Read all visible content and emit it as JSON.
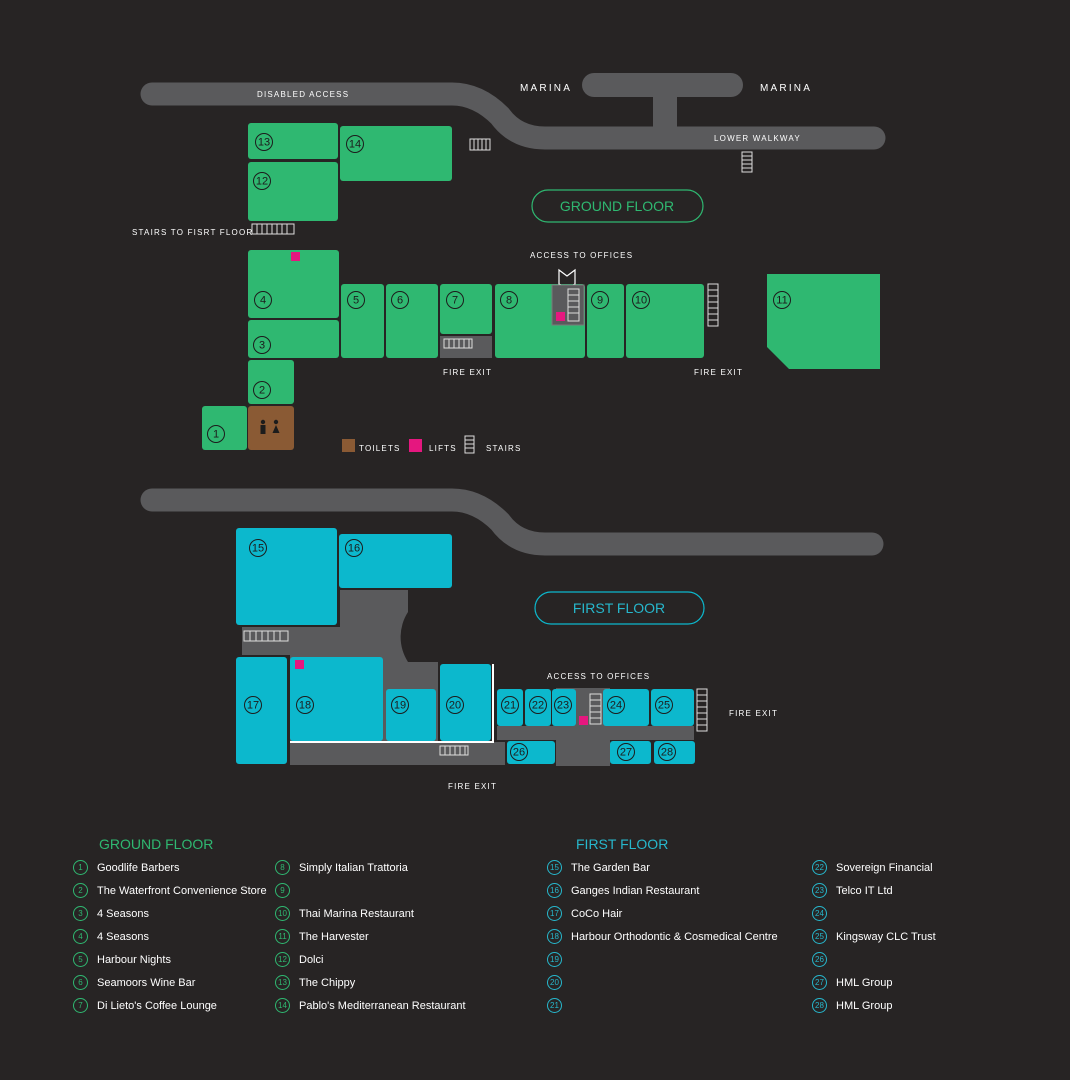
{
  "colors": {
    "background": "#272424",
    "ground_unit": "#2fb871",
    "first_unit": "#0cb8cd",
    "walkway": "#5a5a5c",
    "toilets": "#8a5a34",
    "lifts": "#e5177f",
    "text": "#ffffff",
    "ground_heading": "#2fb871",
    "first_heading": "#27b7cc"
  },
  "map_labels": {
    "disabled_access": "DISABLED ACCESS",
    "marina_left": "MARINA",
    "marina_right": "MARINA",
    "lower_walkway": "LOWER WALKWAY",
    "stairs_to_first": "STAIRS TO FISRT FLOOR",
    "access_to_offices_ground": "ACCESS TO OFFICES",
    "fire_exit_ground_1": "FIRE EXIT",
    "fire_exit_ground_2": "FIRE EXIT",
    "access_to_offices_first": "ACCESS TO OFFICES",
    "fire_exit_first_1": "FIRE EXIT",
    "fire_exit_first_2": "FIRE EXIT"
  },
  "floor_titles": {
    "ground": "GROUND FLOOR",
    "first": "FIRST FLOOR"
  },
  "map_legend": {
    "toilets": "TOILETS",
    "lifts": "LIFTS",
    "stairs": "STAIRS"
  },
  "units": {
    "ground": [
      "1",
      "2",
      "3",
      "4",
      "5",
      "6",
      "7",
      "8",
      "9",
      "10",
      "11",
      "12",
      "13",
      "14"
    ],
    "first": [
      "15",
      "16",
      "17",
      "18",
      "19",
      "20",
      "21",
      "22",
      "23",
      "24",
      "25",
      "26",
      "27",
      "28"
    ]
  },
  "directory": {
    "ground": {
      "heading": "GROUND FLOOR",
      "columns": [
        [
          {
            "num": "1",
            "name": "Goodlife Barbers"
          },
          {
            "num": "2",
            "name": "The Waterfront Convenience Store"
          },
          {
            "num": "3",
            "name": "4 Seasons"
          },
          {
            "num": "4",
            "name": "4 Seasons"
          },
          {
            "num": "5",
            "name": "Harbour Nights"
          },
          {
            "num": "6",
            "name": "Seamoors Wine Bar"
          },
          {
            "num": "7",
            "name": "Di Lieto's Coffee Lounge"
          }
        ],
        [
          {
            "num": "8",
            "name": "Simply Italian Trattoria"
          },
          {
            "num": "9",
            "name": ""
          },
          {
            "num": "10",
            "name": "Thai Marina Restaurant"
          },
          {
            "num": "11",
            "name": "The Harvester"
          },
          {
            "num": "12",
            "name": "Dolci"
          },
          {
            "num": "13",
            "name": "The Chippy"
          },
          {
            "num": "14",
            "name": "Pablo's Mediterranean Restaurant"
          }
        ]
      ]
    },
    "first": {
      "heading": "FIRST FLOOR",
      "columns": [
        [
          {
            "num": "15",
            "name": "The Garden Bar"
          },
          {
            "num": "16",
            "name": "Ganges Indian Restaurant"
          },
          {
            "num": "17",
            "name": "CoCo Hair"
          },
          {
            "num": "18",
            "name": "Harbour Orthodontic & Cosmedical Centre"
          },
          {
            "num": "19",
            "name": ""
          },
          {
            "num": "20",
            "name": ""
          },
          {
            "num": "21",
            "name": ""
          }
        ],
        [
          {
            "num": "22",
            "name": "Sovereign Financial"
          },
          {
            "num": "23",
            "name": "Telco IT Ltd"
          },
          {
            "num": "24",
            "name": ""
          },
          {
            "num": "25",
            "name": "Kingsway CLC Trust"
          },
          {
            "num": "26",
            "name": ""
          },
          {
            "num": "27",
            "name": "HML Group"
          },
          {
            "num": "28",
            "name": "HML Group"
          }
        ]
      ]
    }
  }
}
